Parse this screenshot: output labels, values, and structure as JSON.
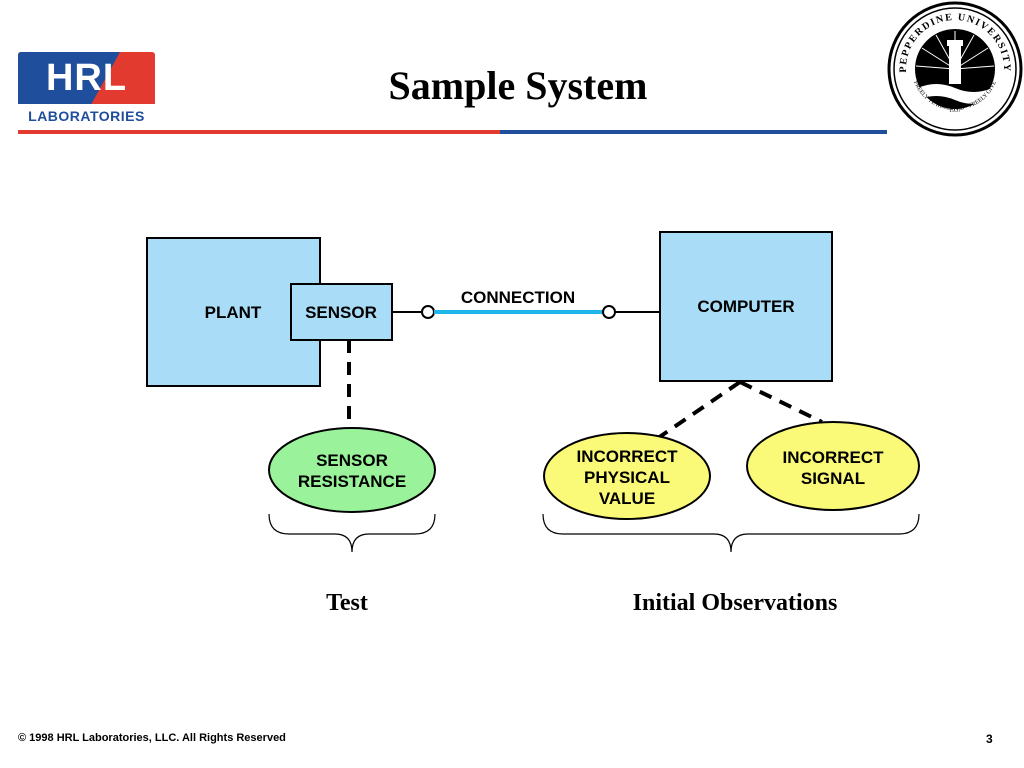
{
  "header": {
    "logo_main": "HRL",
    "logo_sub": "LABORATORIES",
    "title": "Sample System",
    "seal_top_text": "PEPPERDINE UNIVERSITY",
    "seal_bottom_text": "FREELY YE RECEIVED • FREELY GIVE",
    "seal_year": "1937"
  },
  "diagram": {
    "plant_label": "PLANT",
    "sensor_label": "SENSOR",
    "connection_label": "CONNECTION",
    "computer_label": "COMPUTER",
    "sensor_resistance": [
      "SENSOR",
      "RESISTANCE"
    ],
    "incorrect_physical_value": [
      "INCORRECT",
      "PHYSICAL",
      "VALUE"
    ],
    "incorrect_signal": [
      "INCORRECT",
      "SIGNAL"
    ]
  },
  "captions": {
    "test": "Test",
    "initial_observations": "Initial Observations"
  },
  "footer": {
    "copyright": "© 1998 HRL Laboratories, LLC.  All Rights Reserved",
    "page_number": "3"
  },
  "colors": {
    "box_fill": "#a9dcf7",
    "connection_line": "#1fb6ea",
    "test_fill": "#9af39a",
    "observation_fill": "#fafa78",
    "hrl_red": "#e23a2e",
    "hrl_blue": "#1f4e9c"
  }
}
